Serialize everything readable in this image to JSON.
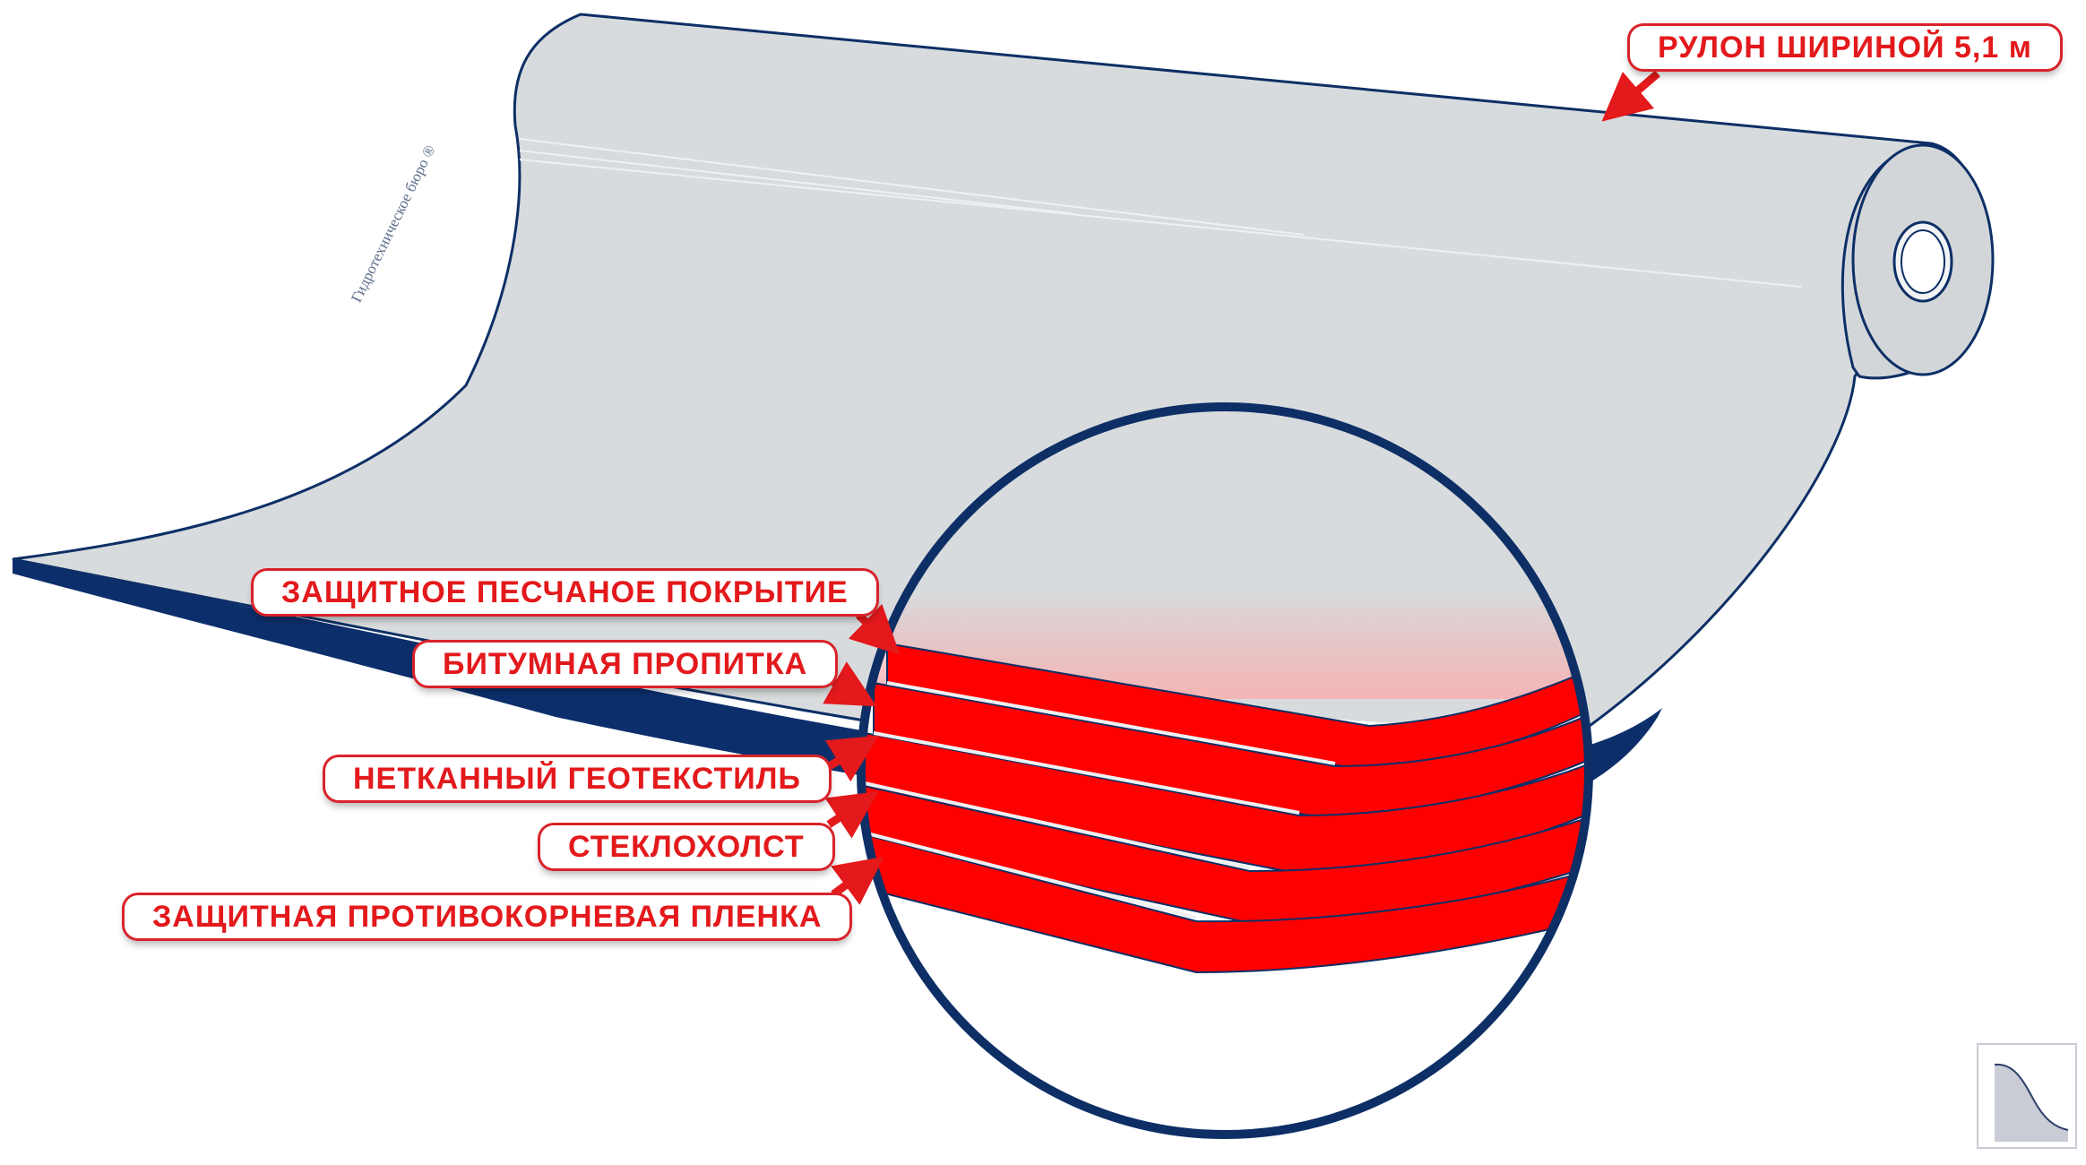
{
  "diagram": {
    "roll_label": "РУЛОН ШИРИНОЙ 5,1 м",
    "layers": [
      {
        "label": "ЗАЩИТНОЕ ПЕСЧАНОЕ ПОКРЫТИЕ"
      },
      {
        "label": "БИТУМНАЯ ПРОПИТКА"
      },
      {
        "label": "НЕТКАННЫЙ ГЕОТЕКСТИЛЬ"
      },
      {
        "label": "СТЕКЛОХОЛСТ"
      },
      {
        "label": "ЗАЩИТНАЯ ПРОТИВОКОРНЕВАЯ ПЛЕНКА"
      }
    ],
    "roll_print": "Гидротехническое бюро ®"
  },
  "colors": {
    "membrane": "#d8dbdd",
    "outline": "#0d2f66",
    "underside": "#0c2f6b",
    "layer": "#ff0000",
    "label_text": "#e3191c",
    "arrow": "#e3191c"
  }
}
